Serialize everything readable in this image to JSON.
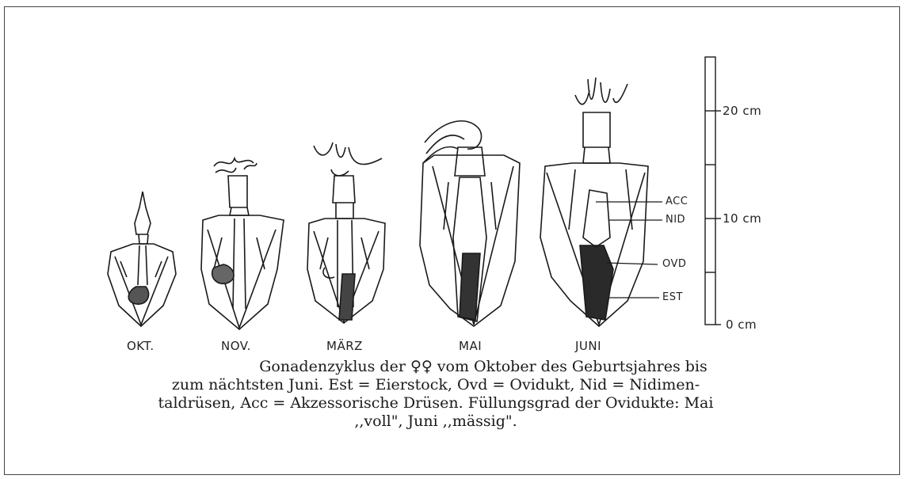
{
  "figure": {
    "specimen_labels": [
      "OKT.",
      "NOV.",
      "MÄRZ",
      "MAI",
      "JUNI"
    ],
    "scale_labels": [
      "20 cm",
      "10 cm",
      "0 cm"
    ],
    "organ_labels": [
      "ACC",
      "NID",
      "OVD",
      "EST"
    ]
  },
  "caption": {
    "lines": [
      "Gonadenzyklus der ♀♀ vom Oktober des Geburtsjahres bis",
      "zum nächtsten Juni. Est = Eierstock, Ovd = Ovidukt, Nid = Nidimen-",
      "taldrüsen, Acc = Akzessorische Drüsen. Füllungsgrad der Ovidukte: Mai",
      ",,voll\", Juni ,,mässig\"."
    ]
  }
}
